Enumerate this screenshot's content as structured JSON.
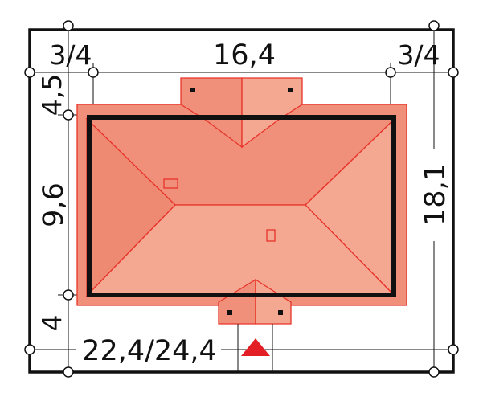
{
  "dimensions": {
    "left_margin": "3/4",
    "house_width": "16,4",
    "right_margin": "3/4",
    "top_depth": "4,5",
    "house_depth": "9,6",
    "bottom_depth": "4",
    "plot_depth": "18,1",
    "plot_width": "22,4/24,4"
  },
  "colors": {
    "roof_dark": "#f0907a",
    "roof_light": "#f5a891",
    "roof_stroke": "#e8332a",
    "wall": "#111111",
    "entrance_marker": "#e31e24"
  },
  "icons": {
    "entrance": "entrance-triangle-icon",
    "chimney": "chimney-icon"
  }
}
